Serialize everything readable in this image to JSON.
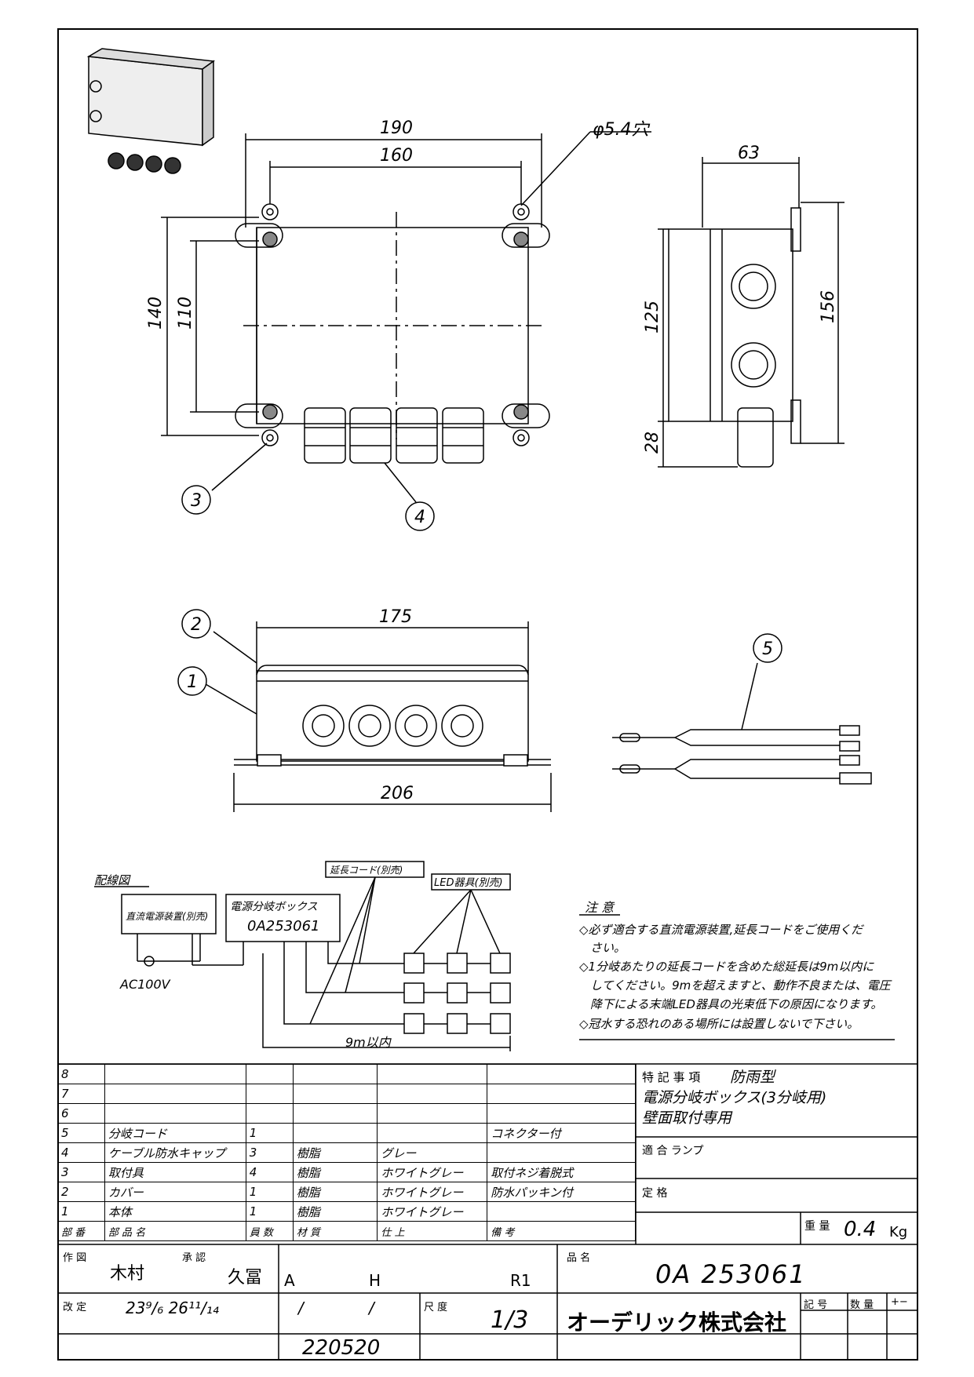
{
  "dims": {
    "d190": "190",
    "d160": "160",
    "hole": "φ5.4穴",
    "d140": "140",
    "d110": "110",
    "d63": "63",
    "d125": "125",
    "d156": "156",
    "d28": "28",
    "d175": "175",
    "d206": "206"
  },
  "callouts": {
    "c1": "1",
    "c2": "2",
    "c3": "3",
    "c4": "4",
    "c5": "5"
  },
  "wiring": {
    "title": "配線図",
    "psu": "直流電源装置(別売)",
    "box_label": "電源分岐ボックス",
    "box_code": "0A253061",
    "ac": "AC100V",
    "ext_cord": "延長コード(別売)",
    "led": "LED器具(別売)",
    "max_len": "9m以内"
  },
  "notes": {
    "title": "注 意",
    "lines": [
      "◇必ず適合する直流電源装置,延長コードをご使用くだ",
      "さい。",
      "◇1分岐あたりの延長コードを含めた総延長は9m以内に",
      "してください。9mを超えますと、動作不良または、電圧",
      "降下による末端LED器具の光束低下の原因になります。",
      "◇冠水する恐れのある場所には設置しないで下さい。"
    ]
  },
  "parts": {
    "rows": [
      {
        "no": "8",
        "name": "",
        "qty": "",
        "mat": "",
        "finish": "",
        "note": ""
      },
      {
        "no": "7",
        "name": "",
        "qty": "",
        "mat": "",
        "finish": "",
        "note": ""
      },
      {
        "no": "6",
        "name": "",
        "qty": "",
        "mat": "",
        "finish": "",
        "note": ""
      },
      {
        "no": "5",
        "name": "分岐コード",
        "qty": "1",
        "mat": "",
        "finish": "",
        "note": "コネクター付"
      },
      {
        "no": "4",
        "name": "ケーブル防水キャップ",
        "qty": "3",
        "mat": "樹脂",
        "finish": "グレー",
        "note": ""
      },
      {
        "no": "3",
        "name": "取付具",
        "qty": "4",
        "mat": "樹脂",
        "finish": "ホワイトグレー",
        "note": "取付ネジ着脱式"
      },
      {
        "no": "2",
        "name": "カバー",
        "qty": "1",
        "mat": "樹脂",
        "finish": "ホワイトグレー",
        "note": "防水パッキン付"
      },
      {
        "no": "1",
        "name": "本体",
        "qty": "1",
        "mat": "樹脂",
        "finish": "ホワイトグレー",
        "note": ""
      }
    ],
    "header": {
      "no": "部 番",
      "name": "部 品 名",
      "qty": "員 数",
      "mat": "材 質",
      "finish": "仕 上",
      "note": "備 考"
    }
  },
  "spec": {
    "special_label": "特 記 事 項",
    "special_val": "防雨型",
    "line2": "電源分岐ボックス(3分岐用)",
    "line3": "壁面取付専用",
    "lamp_label": "適 合 ランプ",
    "rating_label": "定 格",
    "weight_label": "重 量",
    "weight_val": "0.4",
    "weight_unit": "Kg"
  },
  "title_block": {
    "drawn_label": "作 図",
    "drawn_by": "木村",
    "approved_label": "承 認",
    "approved_by": "久冨",
    "grade_a": "A",
    "grade_h": "H",
    "rev": "R1",
    "product_label": "品 名",
    "product": "0A 253061",
    "rev_label": "改 定",
    "rev_dates": "23⁹/₆  26¹¹/₁₄",
    "slash1": "/",
    "slash2": "/",
    "scale_label": "尺 度",
    "scale": "1/3",
    "company": "オーデリック株式会社",
    "mark_label": "記 号",
    "qty_label": "数 量",
    "plusminus": "+−",
    "drawing_no": "220520"
  }
}
